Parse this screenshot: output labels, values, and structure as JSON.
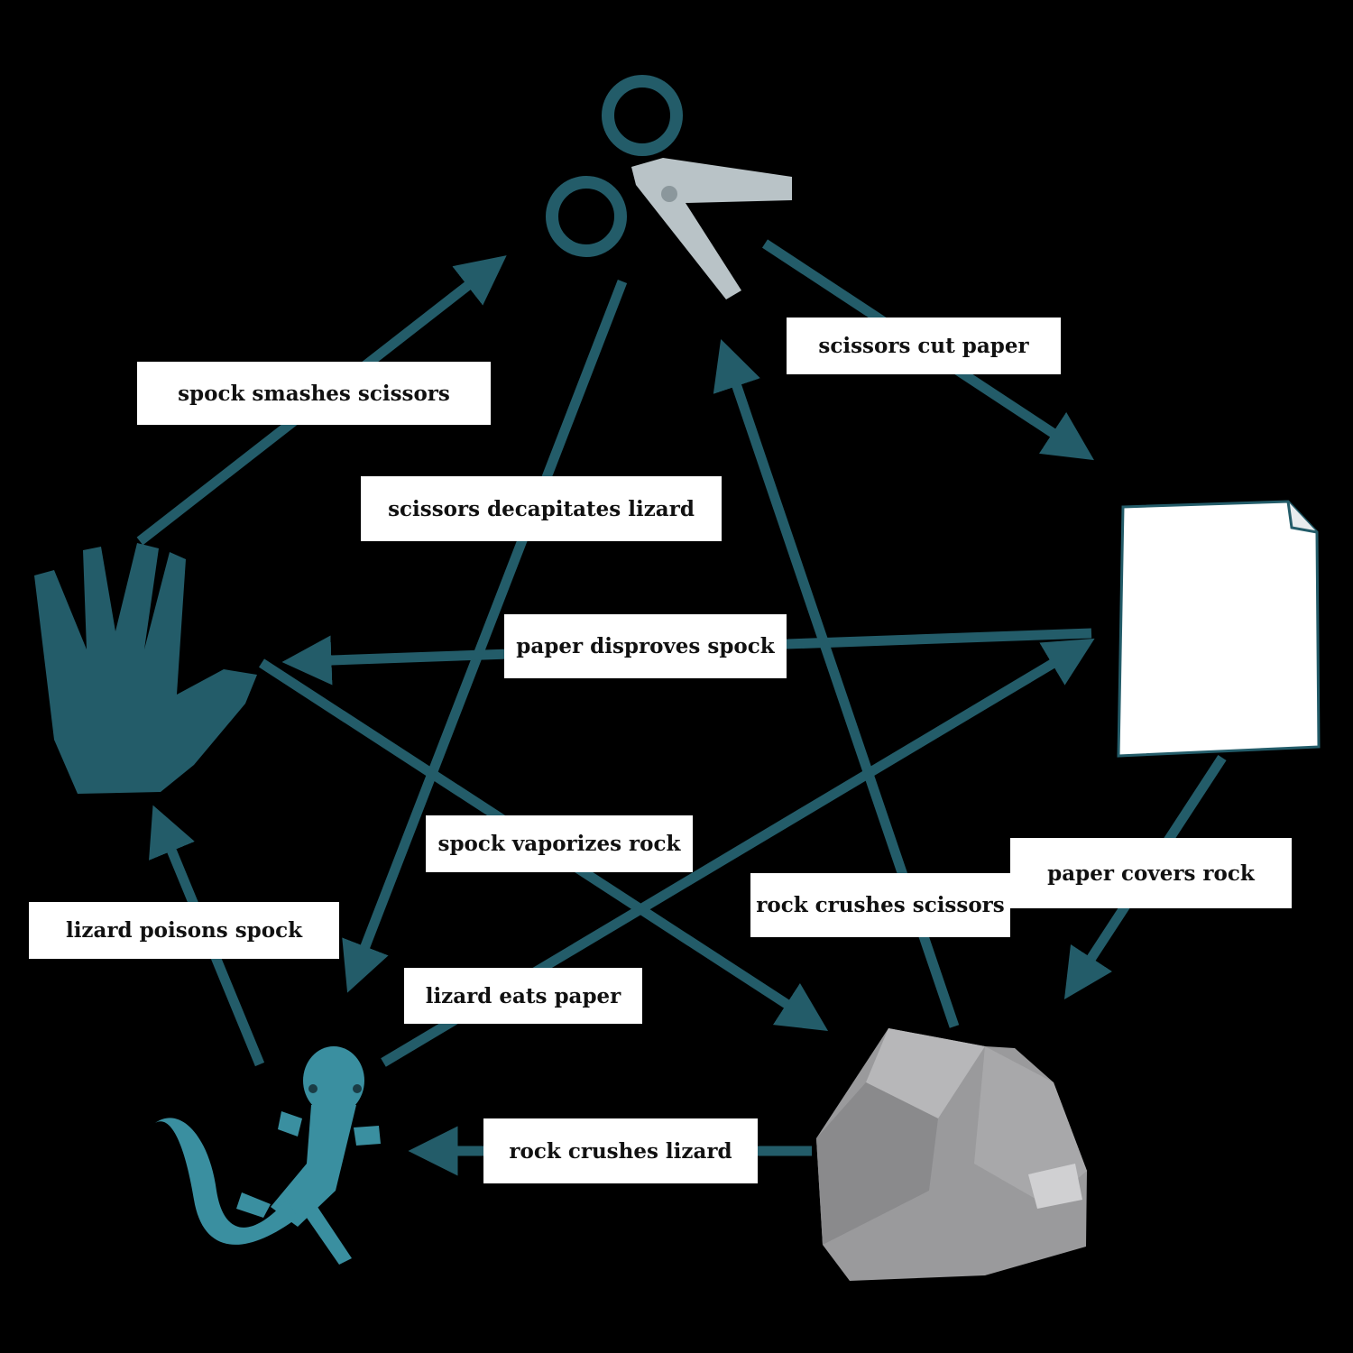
{
  "colors": {
    "background": "#000000",
    "arrow": "#235c69",
    "label_bg": "#ffffff",
    "label_text": "#111111",
    "spock_hand": "#235c69",
    "scissors_handles": "#235c69",
    "scissors_blades": "#b9c3c7",
    "paper": "#ffffff",
    "rock": "#9a9a9c",
    "lizard": "#3a8fa0"
  },
  "nodes": [
    {
      "id": "scissors",
      "icon": "scissors-icon"
    },
    {
      "id": "paper",
      "icon": "paper-sheet-icon"
    },
    {
      "id": "rock",
      "icon": "rock-icon"
    },
    {
      "id": "lizard",
      "icon": "lizard-icon"
    },
    {
      "id": "spock",
      "icon": "vulcan-salute-hand-icon"
    }
  ],
  "edges": [
    {
      "from": "scissors",
      "to": "paper",
      "label": "scissors cut paper"
    },
    {
      "from": "spock",
      "to": "scissors",
      "label": "spock smashes scissors"
    },
    {
      "from": "scissors",
      "to": "lizard",
      "label": "scissors decapitates lizard"
    },
    {
      "from": "paper",
      "to": "spock",
      "label": "paper disproves spock"
    },
    {
      "from": "spock",
      "to": "rock",
      "label": "spock vaporizes rock"
    },
    {
      "from": "paper",
      "to": "rock",
      "label": "paper covers rock"
    },
    {
      "from": "rock",
      "to": "scissors",
      "label": "rock crushes scissors"
    },
    {
      "from": "lizard",
      "to": "spock",
      "label": "lizard poisons spock"
    },
    {
      "from": "lizard",
      "to": "paper",
      "label": "lizard eats paper"
    },
    {
      "from": "rock",
      "to": "lizard",
      "label": "rock crushes lizard"
    }
  ]
}
